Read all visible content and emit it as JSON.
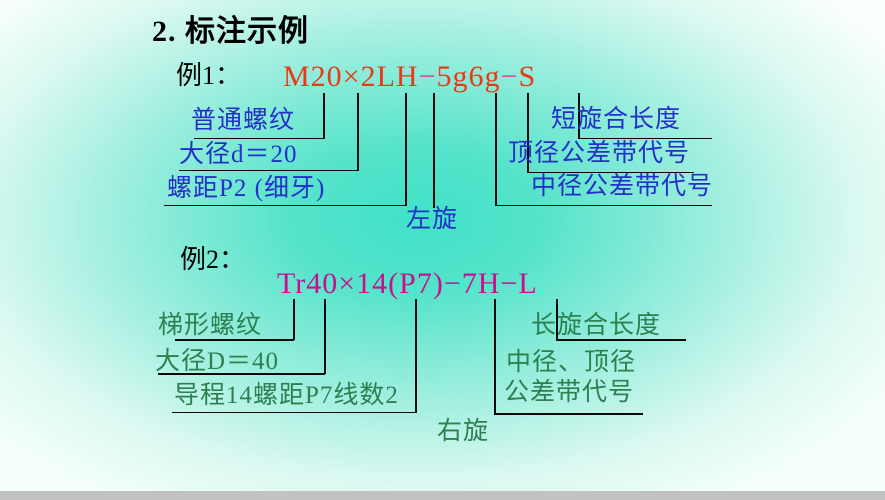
{
  "theme": {
    "bg_center": "#40e2c8",
    "title_color": "#000000",
    "formula1_main": "#e63b16",
    "formula1_dash": "#e23fa0",
    "formula2_color": "#c4128f",
    "label_blue": "#2430c8",
    "label_green": "#2d8050",
    "line_color": "#0a0a0a",
    "bottom_bar": "#c2c2c2"
  },
  "title": "2. 标注示例",
  "example1": {
    "label": "例1：",
    "formula_segments": {
      "s0": "M20×2LH",
      "s1": "−",
      "s2": "5g6g",
      "s3": "−",
      "s4": "S"
    },
    "labels": {
      "thread_type": "普通螺纹",
      "major_diameter": "大径d＝20",
      "pitch": "螺距P2 (细牙)",
      "hand": "左旋",
      "short_engagement": "短旋合长度",
      "crest_tolerance": "顶径公差带代号",
      "pitch_tolerance": "中径公差带代号"
    }
  },
  "example2": {
    "label": "例2：",
    "formula": "Tr40×14(P7)−7H−L",
    "labels": {
      "thread_type": "梯形螺纹",
      "major_diameter": "大径D＝40",
      "lead_pitch_starts": "导程14螺距P7线数2",
      "hand": "右旋",
      "long_engagement": "长旋合长度",
      "tolerance_line1": "中径、顶径",
      "tolerance_line2": "公差带代号"
    }
  }
}
